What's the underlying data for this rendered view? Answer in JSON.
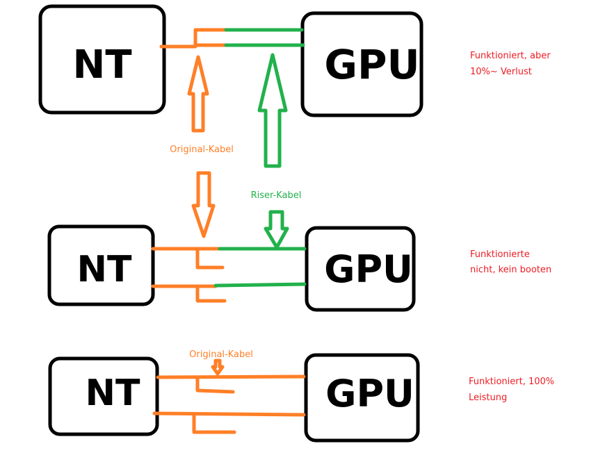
{
  "colors": {
    "original_cable": "#ff7f27",
    "riser_cable": "#22b14c",
    "status_text": "#ed1c24",
    "box_outline": "#000000"
  },
  "scenarios": [
    {
      "psu_label": "NT",
      "gpu_label": "GPU",
      "cables": [
        "Original-Kabel",
        "Riser-Kabel"
      ],
      "status_line1": "Funktioniert, aber",
      "status_line2": "10%~ Verlust"
    },
    {
      "psu_label": "NT",
      "gpu_label": "GPU",
      "cables": [
        "Original-Kabel",
        "Riser-Kabel"
      ],
      "status_line1": "Funktionierte",
      "status_line2": "nicht, kein booten"
    },
    {
      "psu_label": "NT",
      "gpu_label": "GPU",
      "cables": [
        "Original-Kabel"
      ],
      "status_line1": "Funktioniert, 100%",
      "status_line2": "Leistung"
    }
  ],
  "labels": {
    "original_cable_top": "Original-Kabel",
    "riser_cable": "Riser-Kabel",
    "original_cable_bottom": "Original-Kabel"
  }
}
